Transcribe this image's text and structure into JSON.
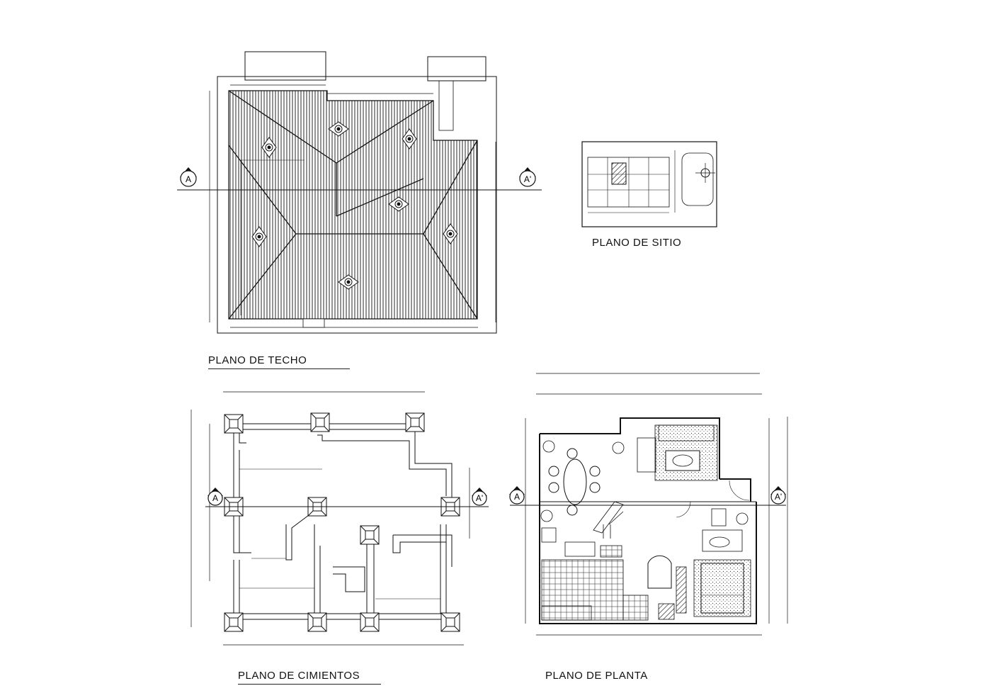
{
  "titles": {
    "roof": "PLANO DE TECHO",
    "site": "PLANO DE SITIO",
    "foundation": "PLANO DE CIMIENTOS",
    "floor": "PLANO DE PLANTA"
  },
  "section_marks": {
    "left": "A",
    "right": "A'"
  }
}
